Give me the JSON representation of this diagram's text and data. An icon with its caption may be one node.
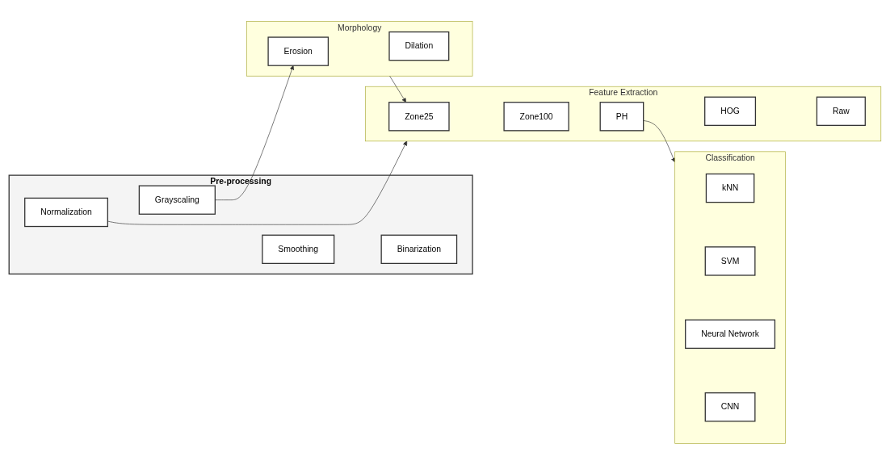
{
  "diagram": {
    "nodes": [
      {
        "text": [
          "Pre-processing"
        ]
      },
      {
        "text": [
          "Normalization"
        ],
        "in": 0
      },
      {
        "text": [
          "Grayscaling"
        ],
        "in": 0
      },
      {
        "text": [
          "Smoothing"
        ],
        "in": 0
      },
      {
        "text": [
          "Binarization"
        ],
        "in": 0
      },
      {
        "text": [
          "Classification"
        ]
      },
      {
        "text": [
          "kNN"
        ],
        "in": 5
      },
      {
        "text": [
          "SVM"
        ],
        "in": 5
      },
      {
        "text": [
          "Neural Network"
        ],
        "in": 5
      },
      {
        "text": [
          "CNN"
        ],
        "in": 5
      },
      {
        "text": [
          "Feature Extraction"
        ]
      },
      {
        "text": [
          "Zone25"
        ],
        "in": 10
      },
      {
        "text": [
          "Zone100"
        ],
        "in": 10
      },
      {
        "text": [
          "PH"
        ],
        "in": 10
      },
      {
        "text": [
          "HOG"
        ],
        "in": 10
      },
      {
        "text": [
          "Raw"
        ],
        "in": 10
      },
      {
        "text": [
          "Morphology"
        ]
      },
      {
        "text": [
          "Erosion"
        ],
        "in": 16
      },
      {
        "text": [
          "Dilation"
        ],
        "in": 16
      }
    ],
    "edges": [
      {
        "from": 1,
        "to": 10,
        "arrow": "to"
      },
      {
        "from": 2,
        "to": 17,
        "arrow": "to"
      },
      {
        "from": 16,
        "to": 11,
        "arrow": "to"
      },
      {
        "from": 13,
        "to": 5,
        "arrow": "to"
      }
    ]
  }
}
